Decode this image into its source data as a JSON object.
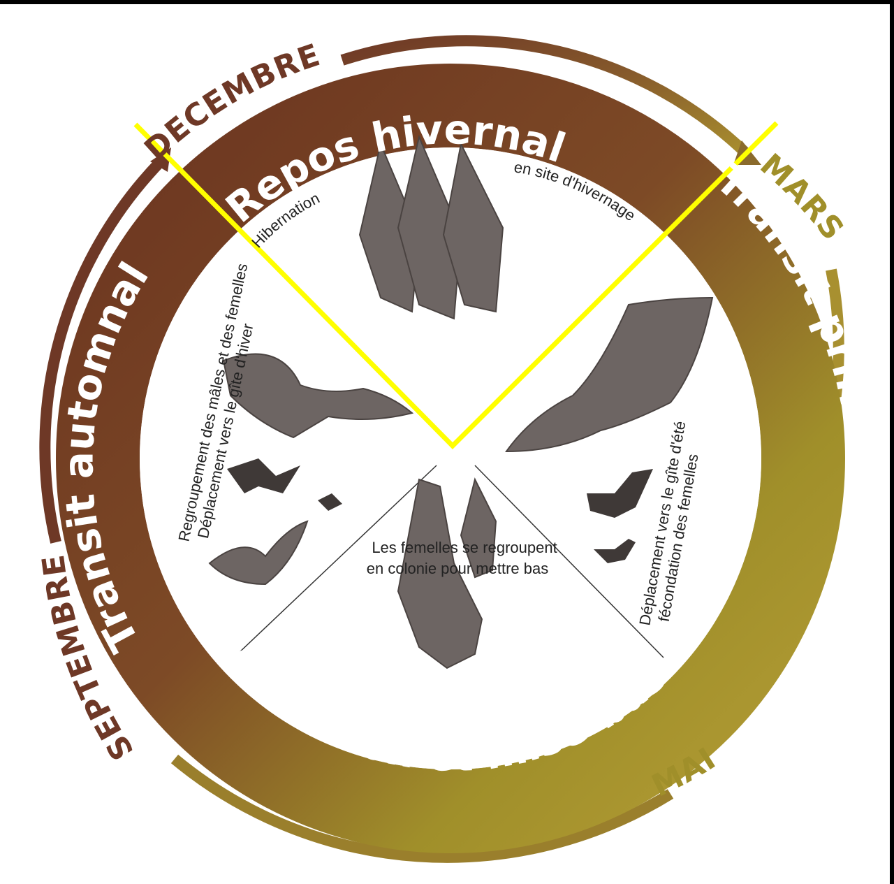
{
  "colors": {
    "ring_dark": "#6b3420",
    "ring_mid": "#8e5c2c",
    "ring_light": "#a08f2a",
    "ring_gold": "#b39c35",
    "outer_arc_dark": "#6e3826",
    "outer_arc_gold": "#a98f2e",
    "highlight": "#ffff00",
    "bat": "#6d6563",
    "bat_dark": "#4a4341"
  },
  "months": {
    "december": "DECEMBRE",
    "march": "MARS",
    "may": "MAI",
    "september": "SEPTEMBRE"
  },
  "phases": {
    "winter": "Repos hivernal",
    "spring": "Transit printanier",
    "summer": "Gestation et mise-bas",
    "autumn": "Transit automnal"
  },
  "notes": {
    "hibernation": "Hibernation",
    "winter_site": "en site d'hivernage",
    "spring_line1": "Déplacement vers le gîte d'été",
    "spring_line2": "fécondation des femelles",
    "summer_line1": "Les femelles se  regroupent",
    "summer_line2": "en colonie pour mettre bas",
    "autumn_line1": "Regroupement des mâles et des femelles",
    "autumn_line2": "Déplacement vers le gîte d'hiver"
  }
}
